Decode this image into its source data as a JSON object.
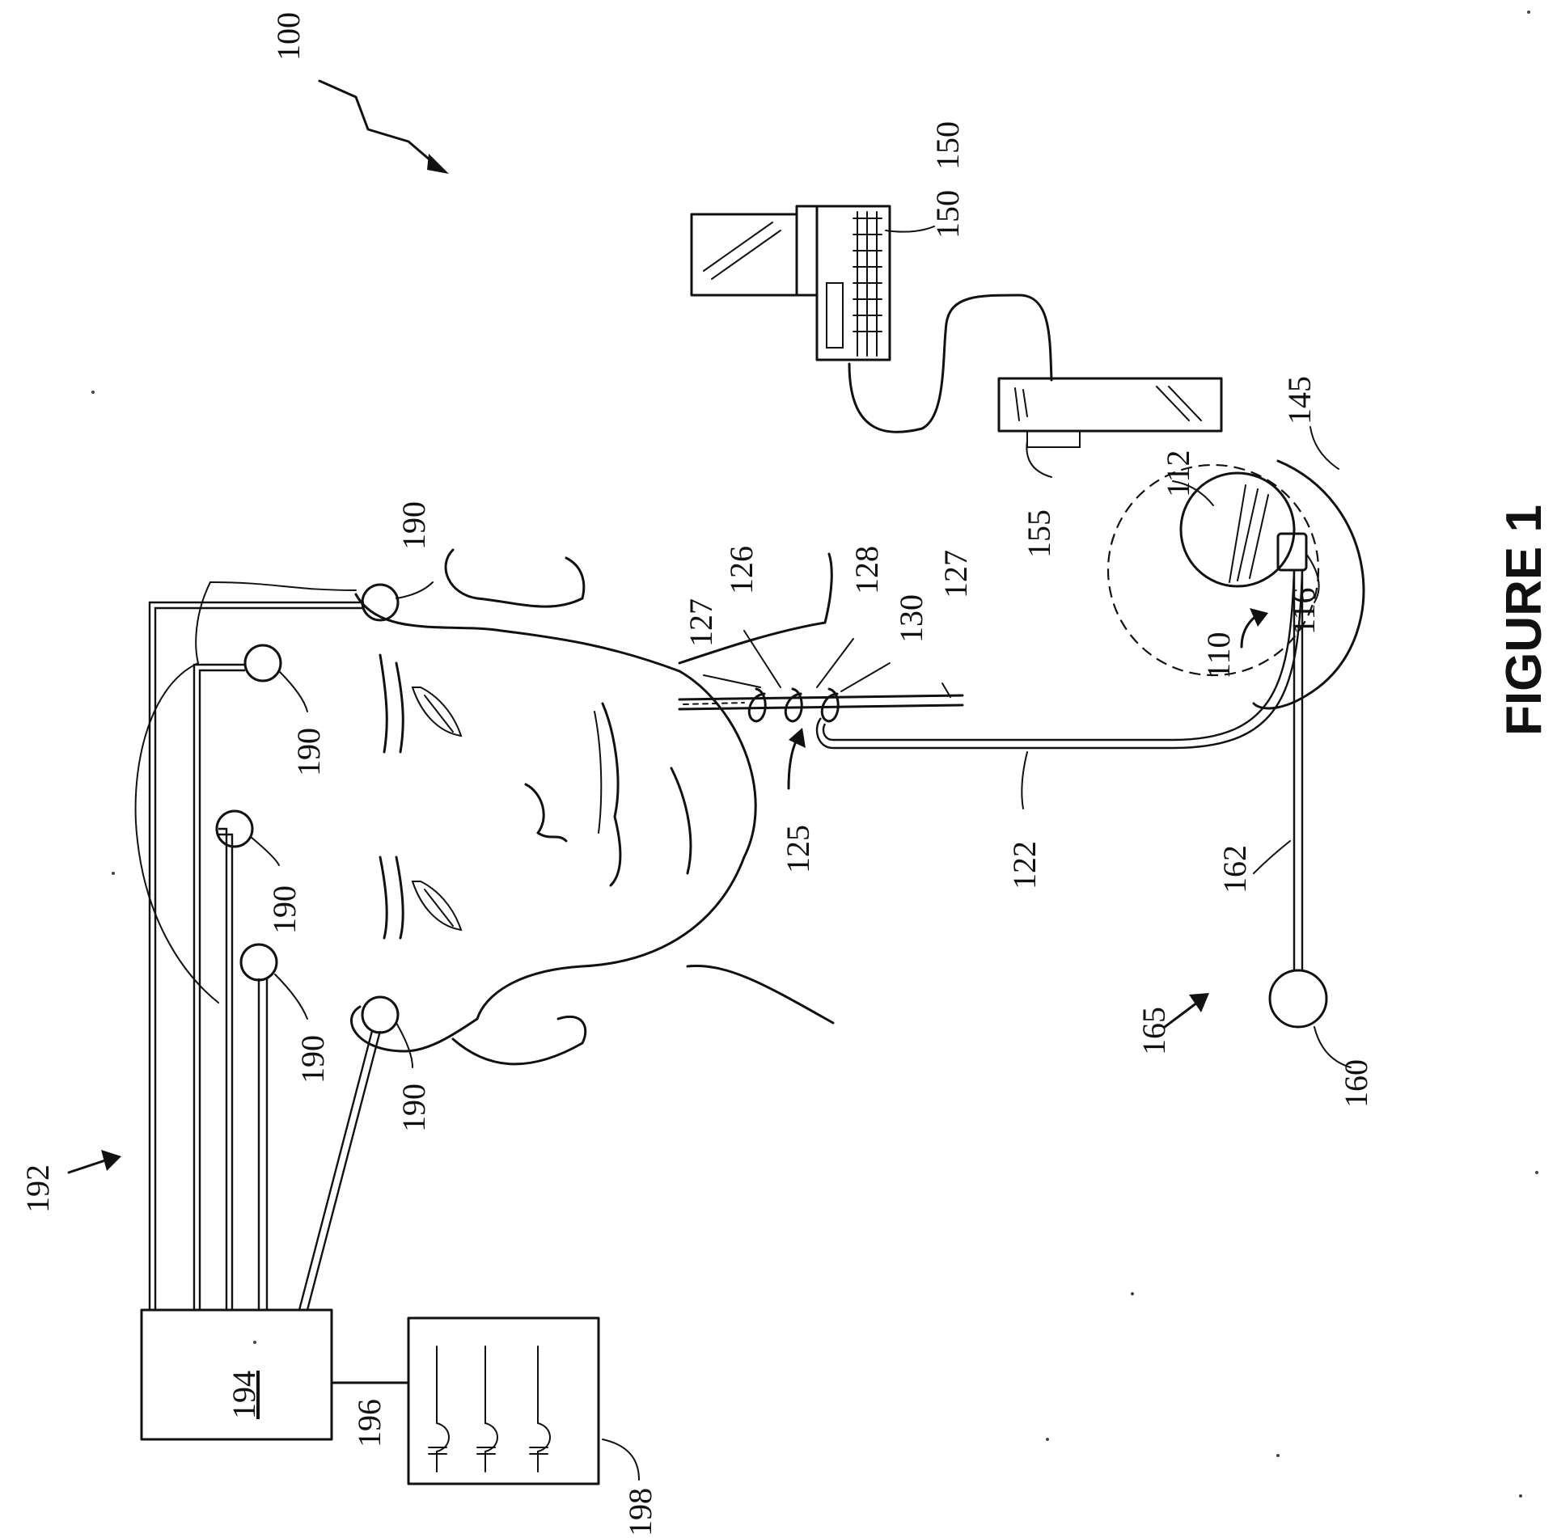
{
  "figure": {
    "caption": "FIGURE 1",
    "orientation": "rotated 90° counter-clockwise"
  },
  "labels": {
    "system": "100",
    "computer": "150",
    "computer_lead": "150",
    "interface_box_tab": "155",
    "pulse_generator_ring": "145",
    "generator_face": "112",
    "generator": "110",
    "header": "116",
    "lead_body": "122",
    "electrode_assembly": "125",
    "nerve_a": "127",
    "electrode_126": "126",
    "electrode_128": "128",
    "anchor_130": "130",
    "nerve_b": "127",
    "sensor_lead": "162",
    "sensor_assembly": "165",
    "sensor": "160",
    "eeg_electrode_1": "190",
    "eeg_electrode_2": "190",
    "eeg_electrode_3": "190",
    "eeg_electrode_4": "190",
    "eeg_electrode_5": "190",
    "eeg_system": "192",
    "eeg_unit": "194",
    "eeg_link": "196",
    "eeg_recorder": "198"
  }
}
